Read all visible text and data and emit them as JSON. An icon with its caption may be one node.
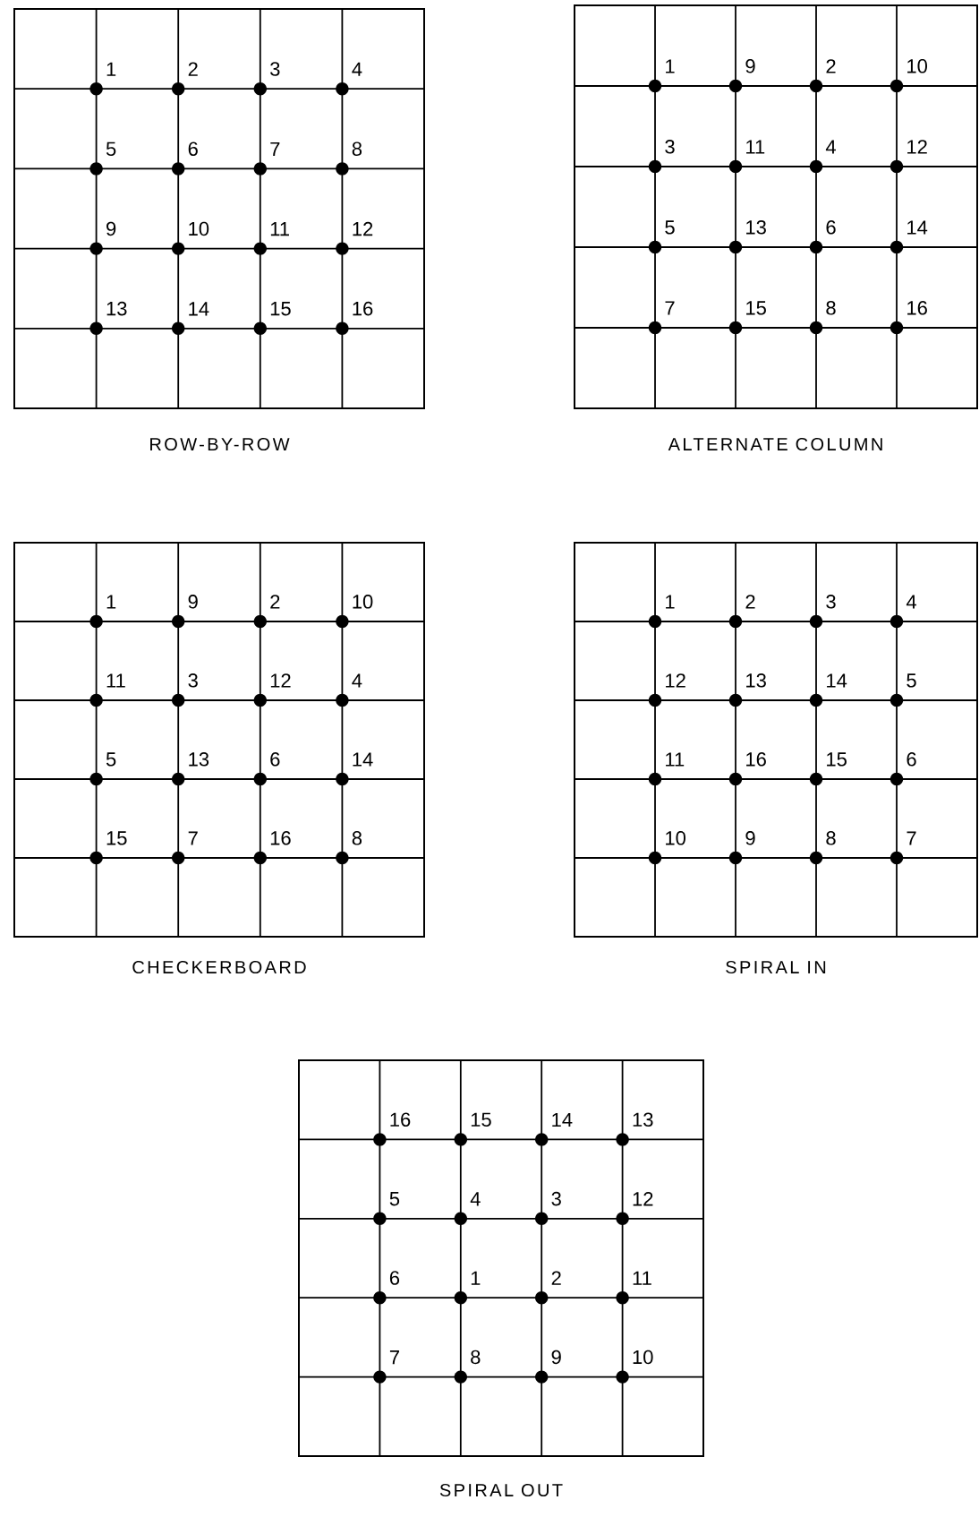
{
  "diagram": {
    "labels": [
      "1",
      "2",
      "3",
      "4",
      "5",
      "6",
      "7",
      "8",
      "9",
      "10",
      "11",
      "12",
      "13",
      "14",
      "15",
      "16",
      "ROW-BY-ROW",
      "1",
      "9",
      "2",
      "10",
      "3",
      "11",
      "4",
      "12",
      "5",
      "13",
      "6",
      "14",
      "7",
      "15",
      "8",
      "16",
      "ALTERNATE COLUMN",
      "1",
      "9",
      "2",
      "10",
      "11",
      "3",
      "12",
      "4",
      "5",
      "13",
      "6",
      "14",
      "15",
      "7",
      "16",
      "8",
      "CHECKERBOARD",
      "1",
      "2",
      "3",
      "4",
      "12",
      "13",
      "14",
      "5",
      "11",
      "16",
      "15",
      "6",
      "10",
      "9",
      "8",
      "7",
      "SPIRAL IN",
      "16",
      "15",
      "14",
      "13",
      "5",
      "4",
      "3",
      "12",
      "6",
      "1",
      "2",
      "11",
      "7",
      "8",
      "9",
      "10",
      "SPIRAL OUT"
    ]
  }
}
